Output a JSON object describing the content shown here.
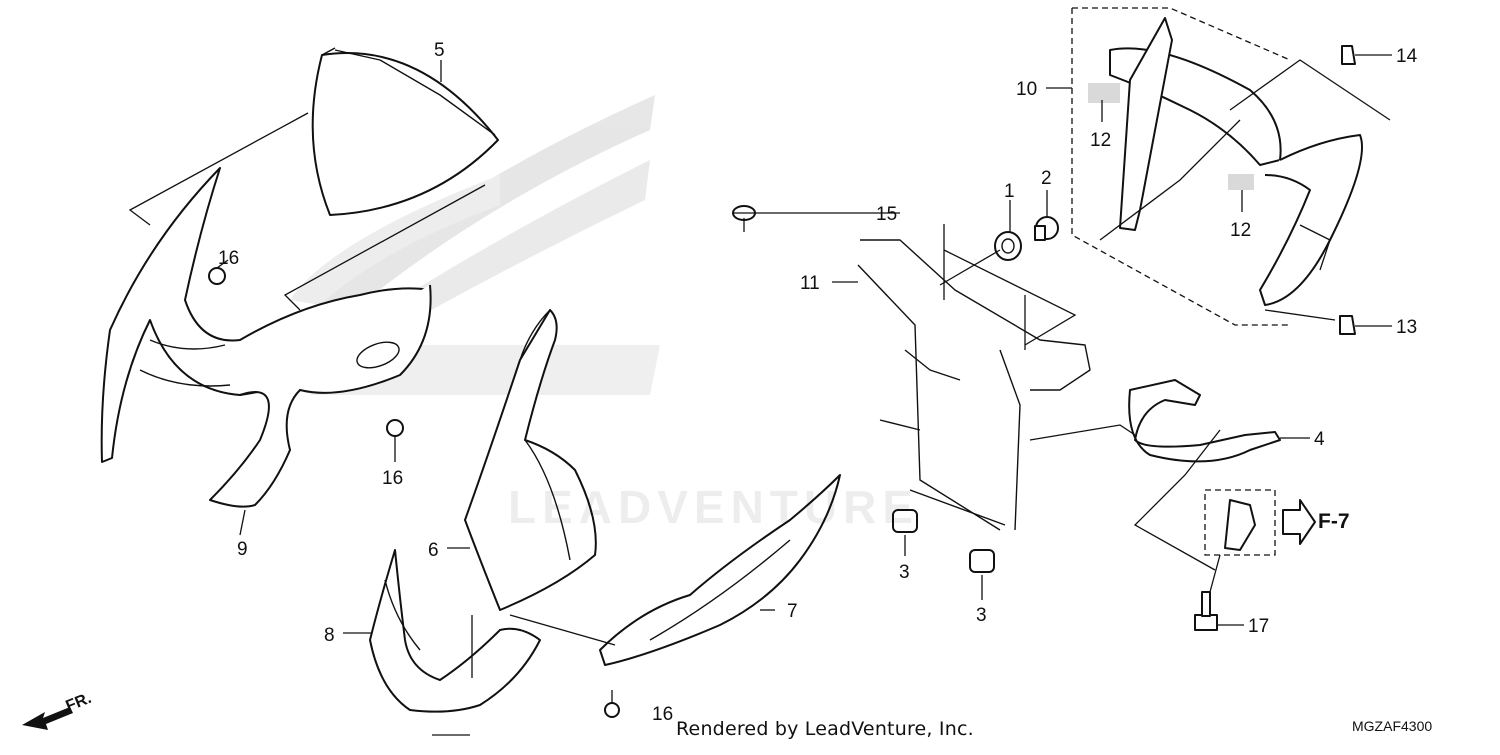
{
  "callouts": {
    "c1": "1",
    "c2": "2",
    "c3a": "3",
    "c3b": "3",
    "c4": "4",
    "c5": "5",
    "c6": "6",
    "c7": "7",
    "c8": "8",
    "c9": "9",
    "c10": "10",
    "c11": "11",
    "c12a": "12",
    "c12b": "12",
    "c13": "13",
    "c14": "14",
    "c15": "15",
    "c16a": "16",
    "c16b": "16",
    "c16c": "16",
    "c17": "17"
  },
  "labels": {
    "front_arrow": "FR.",
    "ref_page": "F-7",
    "watermark": "LEADVENTURE"
  },
  "footer": {
    "rendered_by": "Rendered by LeadVenture, Inc.",
    "diagram_code": "MGZAF4300"
  },
  "colors": {
    "line": "#111111",
    "shade": "#d9d9d9"
  }
}
